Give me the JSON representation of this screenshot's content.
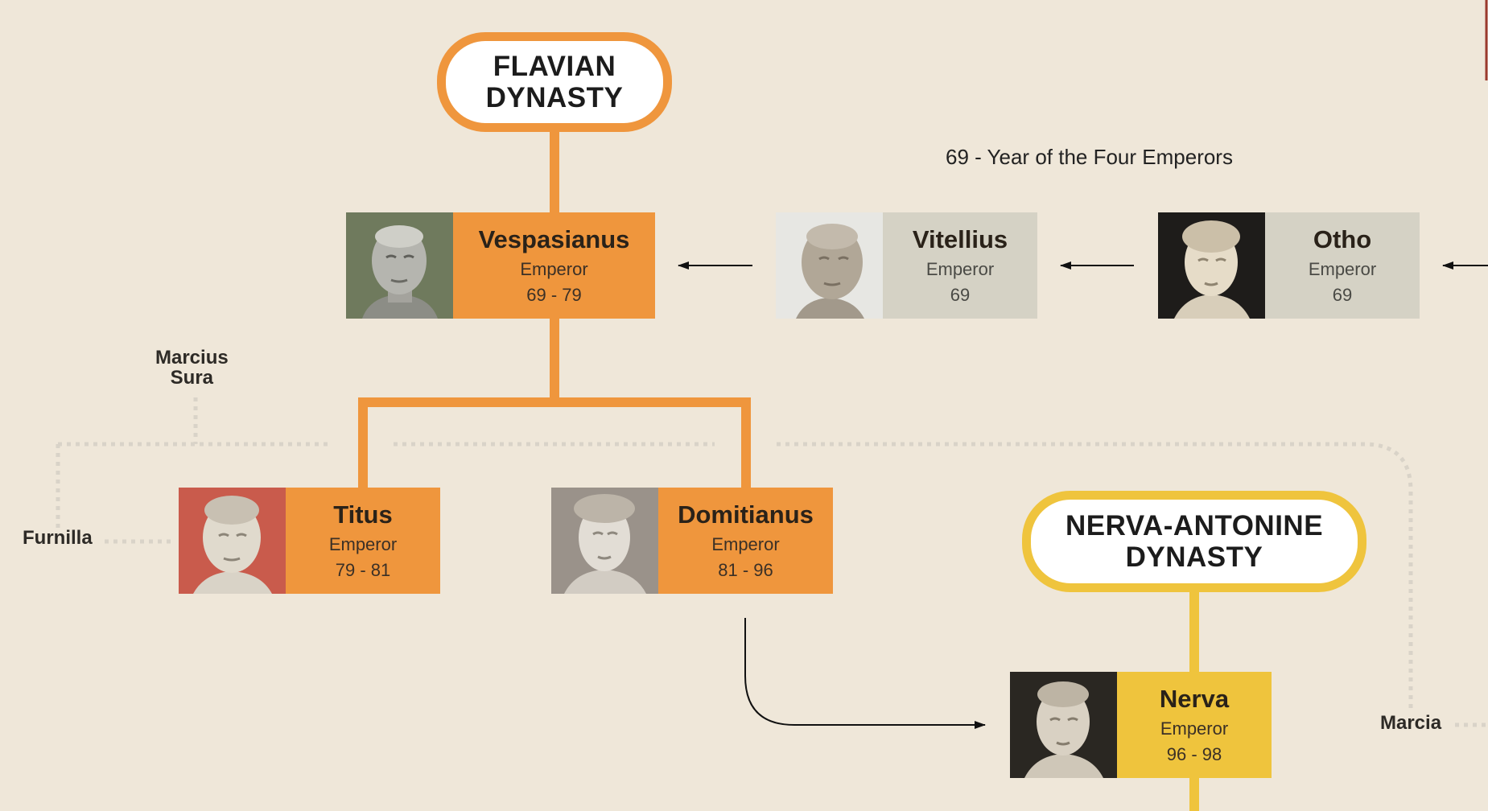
{
  "period_label": "69 - Year of the Four Emperors",
  "dynasties": {
    "flavian": [
      "FLAVIAN",
      "DYNASTY"
    ],
    "nerva_antonine": [
      "NERVA-ANTONINE",
      "DYNASTY"
    ]
  },
  "emperors": {
    "vespasianus": {
      "name": "Vespasianus",
      "role": "Emperor",
      "years": "69 - 79"
    },
    "vitellius": {
      "name": "Vitellius",
      "role": "Emperor",
      "years": "69"
    },
    "otho": {
      "name": "Otho",
      "role": "Emperor",
      "years": "69"
    },
    "titus": {
      "name": "Titus",
      "role": "Emperor",
      "years": "79 - 81"
    },
    "domitianus": {
      "name": "Domitianus",
      "role": "Emperor",
      "years": "81 - 96"
    },
    "nerva": {
      "name": "Nerva",
      "role": "Emperor",
      "years": "96 - 98"
    }
  },
  "relatives": {
    "marcius_sura": [
      "Marcius",
      "Sura"
    ],
    "furnilla": "Furnilla",
    "marcia": "Marcia"
  },
  "colors": {
    "flavian": "#ef963d",
    "nerva_antonine": "#efc43d",
    "year_of_four": "#d5d2c5",
    "background": "#efe7d9"
  }
}
